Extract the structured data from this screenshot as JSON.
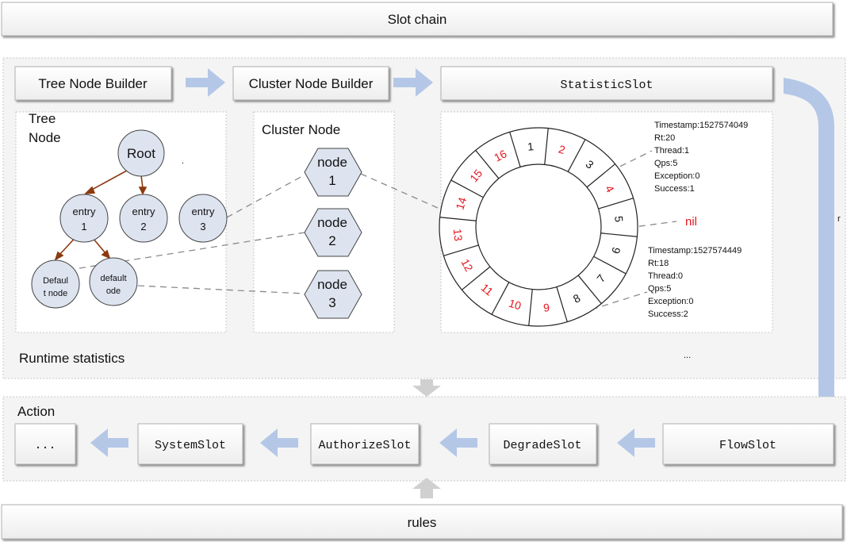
{
  "slot_chain": "Slot chain",
  "rules": "rules",
  "runtime_statistics": "Runtime statistics",
  "action": "Action",
  "tree_node_builder": "Tree Node Builder",
  "cluster_node_builder": "Cluster Node Builder",
  "statistic_slot": "StatisticSlot",
  "tree_node_title": [
    "Tree",
    "Node"
  ],
  "cluster_node_title": "Cluster Node",
  "tree": {
    "root": "Root",
    "entry1": [
      "entry",
      "1"
    ],
    "entry2": [
      "entry",
      "2"
    ],
    "entry3": [
      "entry",
      "3"
    ],
    "default1": [
      "Defaul",
      "t node"
    ],
    "default2": [
      "default",
      "ode"
    ]
  },
  "cluster_nodes": [
    [
      "node",
      "1"
    ],
    [
      "node",
      "2"
    ],
    [
      "node",
      "3"
    ]
  ],
  "ring_buckets": [
    "1",
    "2",
    "3",
    "4",
    "5",
    "6",
    "7",
    "8",
    "9",
    "10",
    "11",
    "12",
    "13",
    "14",
    "15",
    "16"
  ],
  "ring_red_buckets": [
    "2",
    "4",
    "9",
    "10",
    "11",
    "12",
    "13",
    "14",
    "15",
    "16"
  ],
  "nil_label": "nil",
  "stats_top": [
    "Timestamp:1527574049",
    "Rt:20",
    "Thread:1",
    "Qps:5",
    "Exception:0",
    "Success:1"
  ],
  "stats_bottom": [
    "Timestamp:1527574449",
    "Rt:18",
    "Thread:0",
    "Qps:5",
    "Exception:0",
    "Success:2"
  ],
  "ellipsis_stats": "...",
  "stray_mark": "r",
  "action_slots": [
    "FlowSlot",
    "DegradeSlot",
    "AuthorizeSlot",
    "SystemSlot",
    "..."
  ],
  "colors": {
    "arrow": "#b4c7e7",
    "gray_arrow": "#d0d0d0",
    "tree_edge": "#8b3a0f",
    "node_fill": "#dde4f0",
    "red": "#e8141b"
  }
}
